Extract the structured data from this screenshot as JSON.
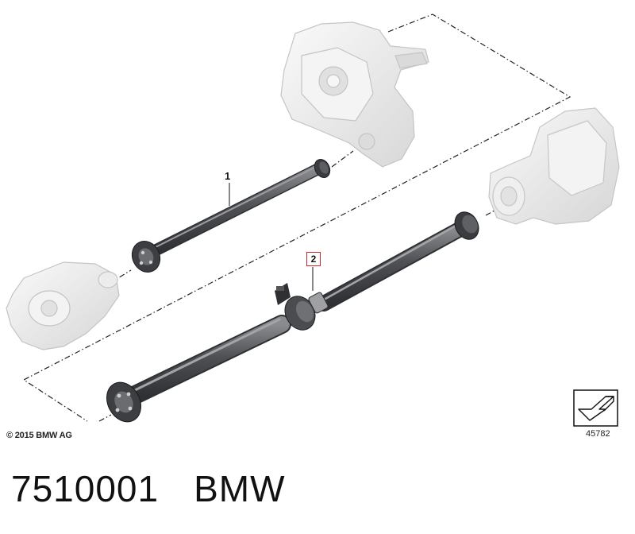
{
  "labels": {
    "item_1": "1",
    "item_2": "2"
  },
  "copyright": "© 2015 BMW AG",
  "diagram_number": "45782",
  "footer": {
    "part_number": "7510001",
    "brand": "BMW"
  },
  "colors": {
    "shaft": "#5a5c60",
    "housing": "#e9e9e9",
    "highlight_box": "#d0242b"
  },
  "icons": [
    "flip-view-arrow-icon"
  ]
}
